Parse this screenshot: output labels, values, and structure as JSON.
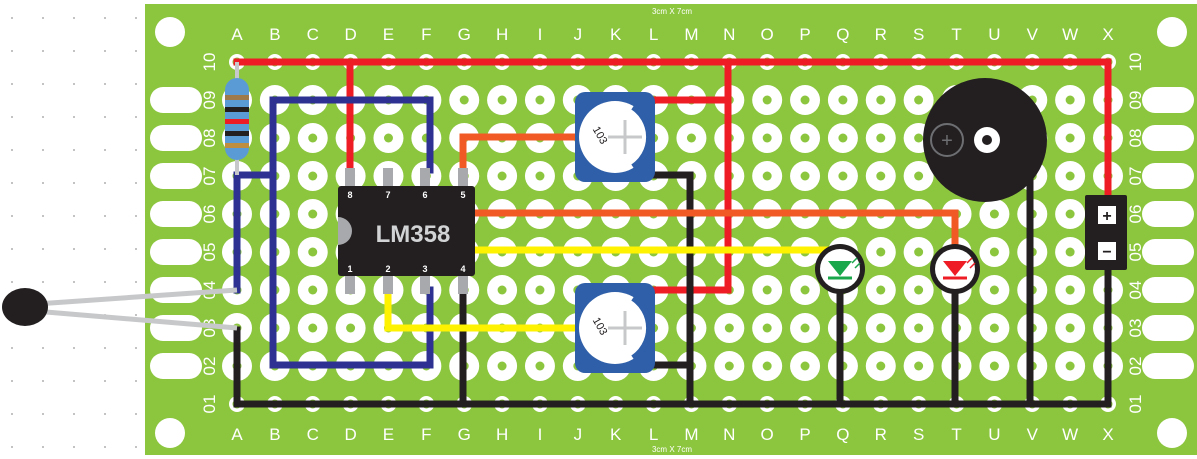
{
  "board": {
    "size_label": "3cm X 7cm",
    "columns": [
      "A",
      "B",
      "C",
      "D",
      "E",
      "F",
      "G",
      "H",
      "I",
      "J",
      "K",
      "L",
      "M",
      "N",
      "O",
      "P",
      "Q",
      "R",
      "S",
      "T",
      "U",
      "V",
      "W",
      "X"
    ],
    "rows": [
      "10",
      "09",
      "08",
      "07",
      "06",
      "05",
      "04",
      "03",
      "02",
      "01"
    ],
    "board_color": "#8cc63f",
    "hole_color": "#ffffff"
  },
  "ic": {
    "name": "LM358",
    "pins_top": [
      "8",
      "7",
      "6",
      "5"
    ],
    "pins_bottom": [
      "1",
      "2",
      "3",
      "4"
    ]
  },
  "potentiometers": [
    {
      "id": "pot-top",
      "label": "103"
    },
    {
      "id": "pot-bottom",
      "label": "103"
    }
  ],
  "power_connector": {
    "plus": "+",
    "minus": "−"
  },
  "wire_colors": {
    "red": "#ee1c25",
    "blue": "#2e3192",
    "black": "#231f20",
    "orange": "#f15a24",
    "yellow": "#fff200",
    "grey": "#c7c8ca"
  },
  "leds": [
    {
      "id": "led-green",
      "color": "#1aa64a"
    },
    {
      "id": "led-red",
      "color": "#ee1c25"
    }
  ]
}
